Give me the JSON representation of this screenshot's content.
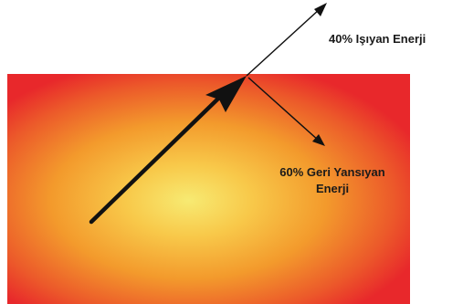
{
  "labels": {
    "radiated": "40% Işıyan Enerji",
    "reflected_line1": "60% Geri Yansıyan",
    "reflected_line2": "Enerji"
  },
  "colors": {
    "surface_center": "#f7ea72",
    "surface_mid": "#f5a623",
    "surface_edge": "#e8282b",
    "arrow": "#111111",
    "text": "#1a1a1a"
  }
}
